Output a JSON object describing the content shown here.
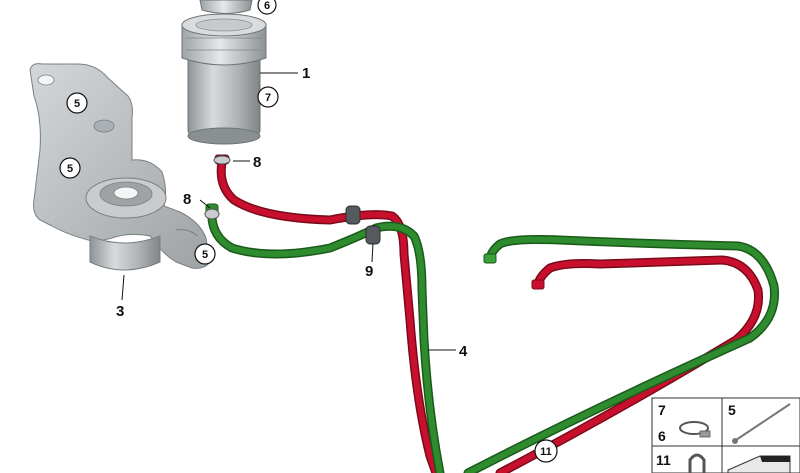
{
  "labels": {
    "reservoir": "1",
    "bracket": "3",
    "hose_4": "4",
    "clamp_top": "8",
    "clamp_left": "8",
    "grommet": "9"
  },
  "circled": {
    "reservoir_cap": "6",
    "reservoir_body": "7",
    "bracket_top": "5",
    "bracket_mid": "5",
    "bracket_side": "5",
    "hose_bottom": "11"
  },
  "legend": {
    "cell_clamp_top": "7",
    "cell_clamp_bottom": "6",
    "cell_tie": "5",
    "cell_clip": "11"
  },
  "colors": {
    "red_hose": "#c8102e",
    "green_hose": "#2e8b2e",
    "metal": "#b9bdc0"
  }
}
